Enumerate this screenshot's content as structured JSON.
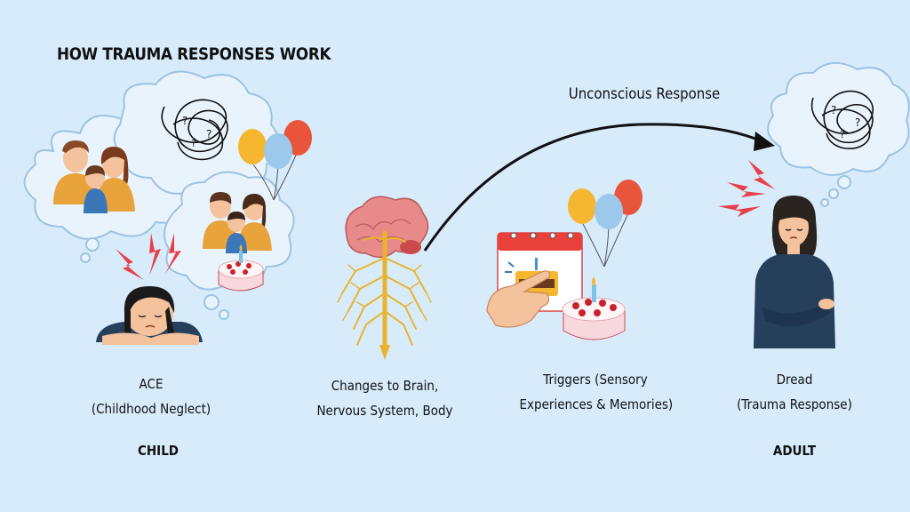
{
  "title": "HOW TRAUMA RESPONSES WORK",
  "arrow_label": "Unconscious Response",
  "stages": [
    {
      "line1": "ACE",
      "line2": "(Childhood Neglect)",
      "role": "CHILD"
    },
    {
      "line1": "Changes to Brain,",
      "line2": "Nervous System, Body",
      "role": ""
    },
    {
      "line1": "Triggers (Sensory",
      "line2": "Experiences & Memories)",
      "role": ""
    },
    {
      "line1": "Dread",
      "line2": "(Trauma Response)",
      "role": "ADULT"
    }
  ],
  "colors": {
    "background": "#d7ebfb",
    "cloud_outline": "#9cc3e4",
    "lightning": "#e8404a",
    "balloon_yellow": "#f5b630",
    "balloon_blue": "#9cc8ec",
    "balloon_red": "#e8553a",
    "nerves": "#e8b42e",
    "skin": "#f4c29c",
    "adult_shirt": "#26405c",
    "parent_shirt": "#e8a33a"
  },
  "icons": [
    "thought-cloud-icon",
    "scribble-confusion-icon",
    "family-icon",
    "balloons-icon",
    "birthday-cake-icon",
    "lightning-icon",
    "sad-child-icon",
    "brain-spine-icon",
    "calendar-icon",
    "pointing-hand-icon",
    "sad-woman-icon",
    "curved-arrow-icon"
  ]
}
